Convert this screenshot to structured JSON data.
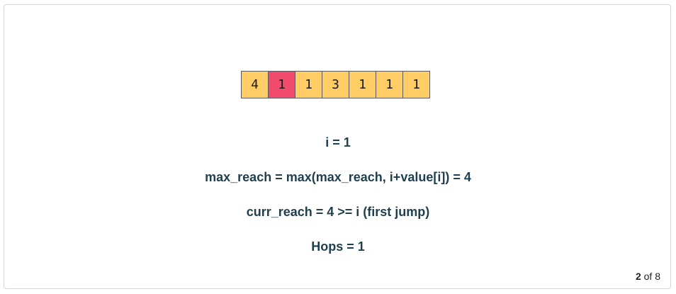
{
  "array": {
    "cells": [
      {
        "value": "4",
        "state": "default"
      },
      {
        "value": "1",
        "state": "active"
      },
      {
        "value": "1",
        "state": "default"
      },
      {
        "value": "3",
        "state": "default"
      },
      {
        "value": "1",
        "state": "default"
      },
      {
        "value": "1",
        "state": "default"
      },
      {
        "value": "1",
        "state": "default"
      }
    ],
    "colors": {
      "default": "#ffcc66",
      "active": "#f04a6c",
      "border": "#5a5a5a"
    }
  },
  "explanation": {
    "lines": [
      "i = 1",
      "max_reach = max(max_reach, i+value[i]) = 4",
      "curr_reach = 4 >= i (first jump)",
      "Hops = 1"
    ],
    "color": "#1f3f4f"
  },
  "pager": {
    "current": "2",
    "separator": "of",
    "total": "8"
  }
}
